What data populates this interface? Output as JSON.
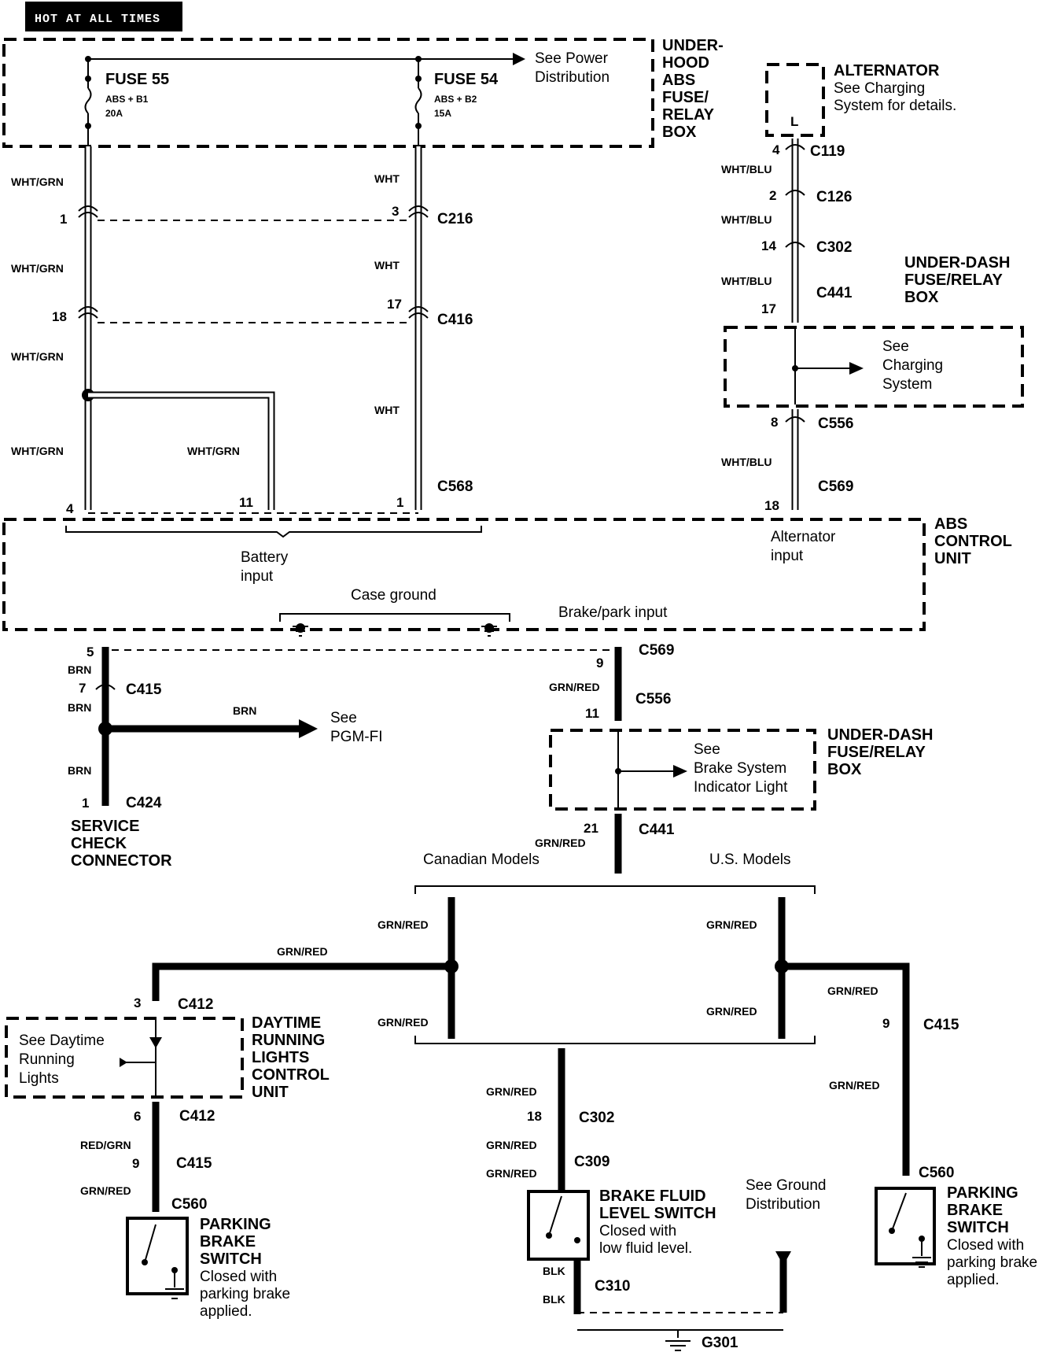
{
  "header": "HOT AT ALL TIMES",
  "fuses": {
    "box_label": [
      "UNDER-",
      "HOOD",
      "ABS",
      "FUSE/",
      "RELAY",
      "BOX"
    ],
    "fuse55": {
      "name": "FUSE 55",
      "desc": "ABS + B1",
      "amps": "20A"
    },
    "fuse54": {
      "name": "FUSE 54",
      "desc": "ABS + B2",
      "amps": "15A"
    },
    "see_power": [
      "See Power",
      "Distribution"
    ]
  },
  "alternator": {
    "title": "ALTERNATOR",
    "note": [
      "See Charging",
      "System for details."
    ],
    "terminal": "L"
  },
  "underdash_top": {
    "label": [
      "UNDER-DASH",
      "FUSE/RELAY",
      "BOX"
    ],
    "see": [
      "See",
      "Charging",
      "System"
    ]
  },
  "underdash_mid": {
    "label": [
      "UNDER-DASH",
      "FUSE/RELAY",
      "BOX"
    ],
    "see": [
      "See",
      "Brake System",
      "Indicator Light"
    ]
  },
  "abs_unit": {
    "label": [
      "ABS",
      "CONTROL",
      "UNIT"
    ],
    "battery_input": [
      "Battery",
      "input"
    ],
    "alternator_input": [
      "Alternator",
      "input"
    ],
    "case_ground": "Case ground",
    "brake_park_input": "Brake/park input"
  },
  "wire_colors": {
    "wht_grn": "WHT/GRN",
    "wht": "WHT",
    "wht_blu": "WHT/BLU",
    "brn": "BRN",
    "grn_red": "GRN/RED",
    "red_grn": "RED/GRN",
    "blk": "BLK"
  },
  "connectors": {
    "c119": "C119",
    "c126": "C126",
    "c302": "C302",
    "c441": "C441",
    "c556": "C556",
    "c569": "C569",
    "c216": "C216",
    "c416": "C416",
    "c568": "C568",
    "c415": "C415",
    "c424": "C424",
    "c412": "C412",
    "c560": "C560",
    "c309": "C309",
    "c310": "C310",
    "g301": "G301"
  },
  "pins": {
    "p1": "1",
    "p3": "3",
    "p18": "18",
    "p17": "17",
    "p4": "4",
    "p11": "11",
    "p2": "2",
    "p14": "14",
    "p8": "8",
    "p5": "5",
    "p7": "7",
    "p9": "9",
    "p21": "21",
    "p6": "6"
  },
  "service_check": [
    "SERVICE",
    "CHECK",
    "CONNECTOR"
  ],
  "see_pgm": [
    "See",
    "PGM-FI"
  ],
  "canadian": "Canadian Models",
  "us": "U.S. Models",
  "drl": {
    "see": [
      "See Daytime",
      "Running",
      "Lights"
    ],
    "label": [
      "DAYTIME",
      "RUNNING",
      "LIGHTS",
      "CONTROL",
      "UNIT"
    ]
  },
  "parking_switch": {
    "title": [
      "PARKING",
      "BRAKE",
      "SWITCH"
    ],
    "note": [
      "Closed with",
      "parking brake",
      "applied."
    ]
  },
  "brake_fluid": {
    "title": [
      "BRAKE FLUID",
      "LEVEL SWITCH"
    ],
    "note": [
      "Closed with",
      "low fluid level."
    ]
  },
  "see_ground": [
    "See Ground",
    "Distribution"
  ]
}
